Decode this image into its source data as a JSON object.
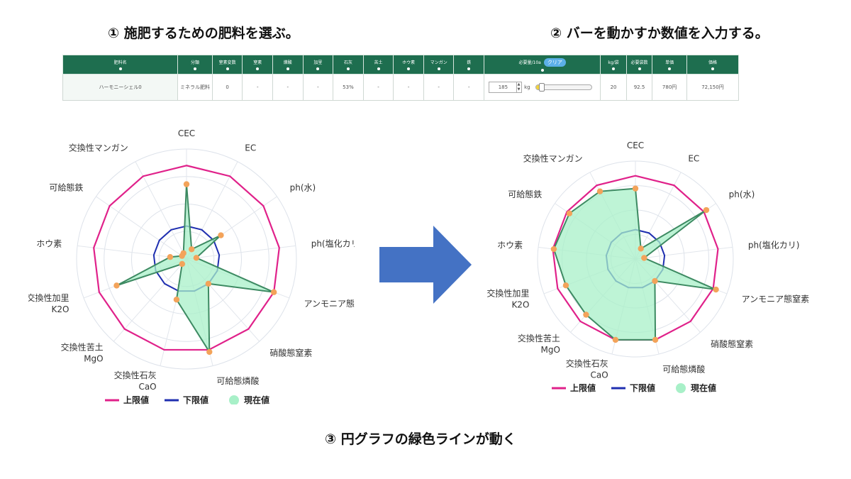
{
  "steps": {
    "step1": "① 施肥するための肥料を選ぶ。",
    "step2": "② バーを動かすか数値を入力する。",
    "step3": "③ 円グラフの緑色ラインが動く"
  },
  "table": {
    "headers": [
      "肥料名",
      "分類",
      "窒素変数",
      "窒素",
      "燐酸",
      "加里",
      "石灰",
      "苦土",
      "ホウ素",
      "マンガン",
      "鉄",
      "必要量/10a",
      "kg/袋",
      "必要袋数",
      "単価",
      "価格"
    ],
    "clear_label": "クリア",
    "row": {
      "name": "ハーモニーシェル0",
      "category": "ミネラル肥料",
      "nitrogen_variable": "0",
      "nitrogen": "-",
      "phosphate": "-",
      "potassium": "-",
      "lime": "53%",
      "magnesium": "-",
      "boron": "-",
      "manganese": "-",
      "iron": "-",
      "amount": "185",
      "amount_unit": "kg",
      "amount_fraction": 0.1,
      "kg_per_bag": "20",
      "bags": "92.5",
      "unit_price": "780円",
      "price": "72,150円"
    }
  },
  "legend": {
    "upper": "上限値",
    "lower": "下限値",
    "current": "現在値"
  },
  "colors": {
    "header_green": "#1e6e4f",
    "upper": "#e0218a",
    "lower": "#1f2fb0",
    "current_fill": "#a8f0c8",
    "current_line": "#3d8a62",
    "point": "#f3a35a",
    "arrow": "#4472c4"
  },
  "chart_data": [
    {
      "type": "radar",
      "labels": [
        "CEC",
        "EC",
        "ph(水)",
        "ph(塩化カリ)",
        "アンモニア態窒素",
        "硝酸態窒素",
        "可給態燐酸",
        "交換性石灰\nCaO",
        "交換性苦土\nMgO",
        "交換性加里\nK2O",
        "ホウ素",
        "可給態鉄",
        "交換性マンガン"
      ],
      "rmax": 100,
      "series": [
        {
          "name": "上限値",
          "values": [
            85,
            85,
            85,
            85,
            85,
            85,
            85,
            85,
            85,
            85,
            85,
            85,
            85
          ]
        },
        {
          "name": "下限値",
          "values": [
            30,
            30,
            30,
            30,
            30,
            30,
            30,
            30,
            30,
            30,
            30,
            30,
            30
          ]
        },
        {
          "name": "現在値",
          "values": [
            68,
            10,
            38,
            9,
            85,
            30,
            87,
            38,
            6,
            68,
            15,
            5,
            6
          ]
        }
      ]
    },
    {
      "type": "radar",
      "labels": [
        "CEC",
        "EC",
        "ph(水)",
        "ph(塩化カリ)",
        "アンモニア態窒素",
        "硝酸態窒素",
        "可給態燐酸",
        "交換性石灰\nCaO",
        "交換性苦土\nMgO",
        "交換性加里\nK2O",
        "ホウ素",
        "可給態鉄",
        "交換性マンガン"
      ],
      "rmax": 100,
      "series": [
        {
          "name": "上限値",
          "values": [
            85,
            85,
            85,
            85,
            85,
            85,
            85,
            85,
            85,
            85,
            85,
            85,
            85
          ]
        },
        {
          "name": "下限値",
          "values": [
            30,
            30,
            30,
            30,
            30,
            30,
            30,
            30,
            30,
            30,
            30,
            30,
            30
          ]
        },
        {
          "name": "現在値",
          "values": [
            72,
            12,
            88,
            9,
            88,
            30,
            85,
            85,
            76,
            76,
            84,
            82,
            78
          ]
        }
      ]
    }
  ]
}
